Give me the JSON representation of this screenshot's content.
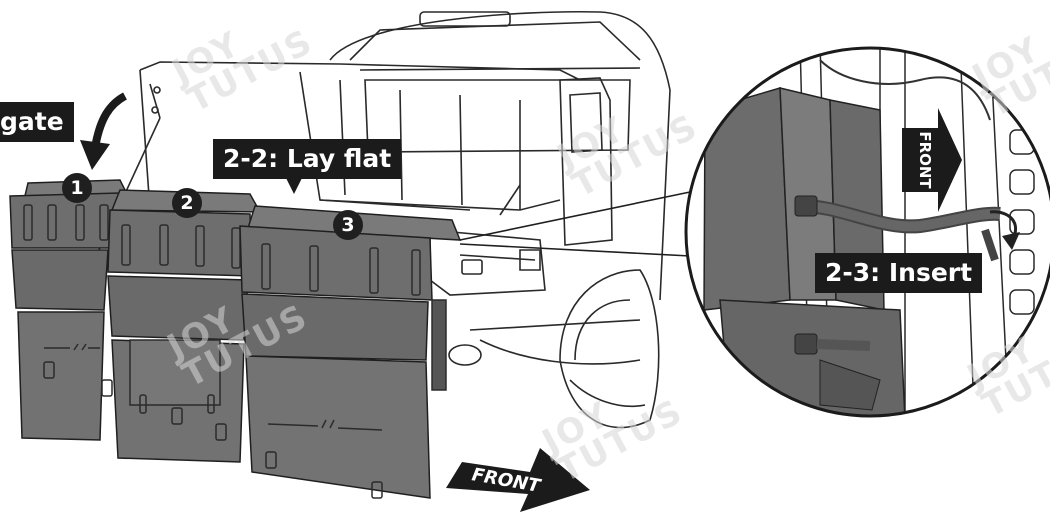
{
  "labels": {
    "tailgate": "gate",
    "lay_flat": "2-2: Lay flat",
    "insert": "2-3: Insert",
    "front_main": "FRONT",
    "front_detail": "FRONT"
  },
  "numbers": [
    "1",
    "2",
    "3"
  ],
  "watermark": {
    "line1": "JOY",
    "line2": "TUTUS"
  },
  "colors": {
    "line": "#222222",
    "panel": "#6e6e6e",
    "panel_dark": "#5c5c5c",
    "label_bg": "#1b1b1b",
    "watermark": "#d6d6d6"
  }
}
